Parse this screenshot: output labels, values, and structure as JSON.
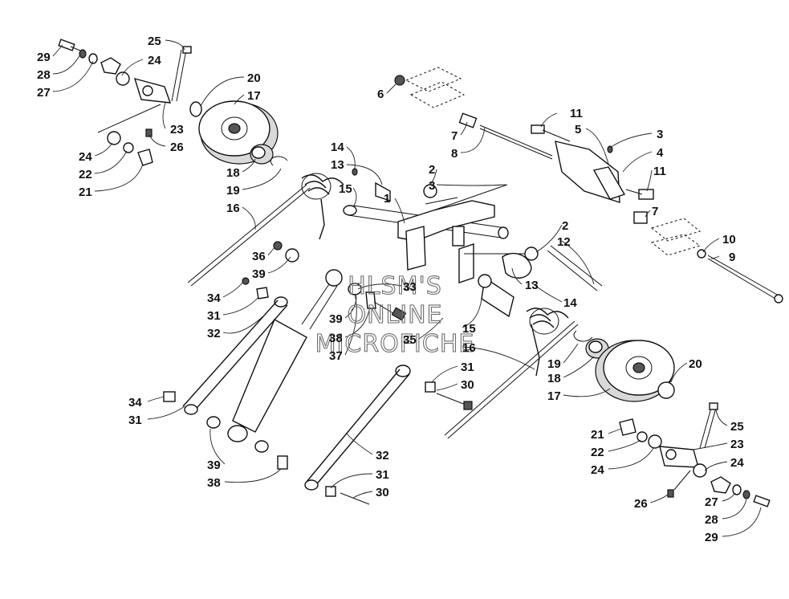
{
  "watermark": {
    "lines": [
      "HLSM'S",
      "ONLINE",
      "MICROFICHE"
    ]
  },
  "callouts": [
    {
      "id": "c29a",
      "label": "29"
    },
    {
      "id": "c28a",
      "label": "28"
    },
    {
      "id": "c27a",
      "label": "27"
    },
    {
      "id": "c25a",
      "label": "25"
    },
    {
      "id": "c24a",
      "label": "24"
    },
    {
      "id": "c20a",
      "label": "20"
    },
    {
      "id": "c17a",
      "label": "17"
    },
    {
      "id": "c23a",
      "label": "23"
    },
    {
      "id": "c26a",
      "label": "26"
    },
    {
      "id": "c24b",
      "label": "24"
    },
    {
      "id": "c22a",
      "label": "22"
    },
    {
      "id": "c21a",
      "label": "21"
    },
    {
      "id": "c18a",
      "label": "18"
    },
    {
      "id": "c19a",
      "label": "19"
    },
    {
      "id": "c16a",
      "label": "16"
    },
    {
      "id": "c14a",
      "label": "14"
    },
    {
      "id": "c13a",
      "label": "13"
    },
    {
      "id": "c15a",
      "label": "15"
    },
    {
      "id": "c1",
      "label": "1"
    },
    {
      "id": "c2a",
      "label": "2"
    },
    {
      "id": "c3a",
      "label": "3"
    },
    {
      "id": "c6",
      "label": "6"
    },
    {
      "id": "c7a",
      "label": "7"
    },
    {
      "id": "c8",
      "label": "8"
    },
    {
      "id": "c11a",
      "label": "11"
    },
    {
      "id": "c5",
      "label": "5"
    },
    {
      "id": "c3b",
      "label": "3"
    },
    {
      "id": "c4",
      "label": "4"
    },
    {
      "id": "c11b",
      "label": "11"
    },
    {
      "id": "c7b",
      "label": "7"
    },
    {
      "id": "c2b",
      "label": "2"
    },
    {
      "id": "c12",
      "label": "12"
    },
    {
      "id": "c10",
      "label": "10"
    },
    {
      "id": "c9",
      "label": "9"
    },
    {
      "id": "c13b",
      "label": "13"
    },
    {
      "id": "c14b",
      "label": "14"
    },
    {
      "id": "c36",
      "label": "36"
    },
    {
      "id": "c39a",
      "label": "39"
    },
    {
      "id": "c33",
      "label": "33"
    },
    {
      "id": "c34a",
      "label": "34"
    },
    {
      "id": "c31a",
      "label": "31"
    },
    {
      "id": "c32a",
      "label": "32"
    },
    {
      "id": "c39b",
      "label": "39"
    },
    {
      "id": "c38a",
      "label": "38"
    },
    {
      "id": "c37",
      "label": "37"
    },
    {
      "id": "c35",
      "label": "35"
    },
    {
      "id": "c15b",
      "label": "15"
    },
    {
      "id": "c16b",
      "label": "16"
    },
    {
      "id": "c19b",
      "label": "19"
    },
    {
      "id": "c18b",
      "label": "18"
    },
    {
      "id": "c17b",
      "label": "17"
    },
    {
      "id": "c20b",
      "label": "20"
    },
    {
      "id": "c31b",
      "label": "31"
    },
    {
      "id": "c30a",
      "label": "30"
    },
    {
      "id": "c34b",
      "label": "34"
    },
    {
      "id": "c31c",
      "label": "31"
    },
    {
      "id": "c39c",
      "label": "39"
    },
    {
      "id": "c38b",
      "label": "38"
    },
    {
      "id": "c32b",
      "label": "32"
    },
    {
      "id": "c31d",
      "label": "31"
    },
    {
      "id": "c30b",
      "label": "30"
    },
    {
      "id": "c25b",
      "label": "25"
    },
    {
      "id": "c21b",
      "label": "21"
    },
    {
      "id": "c23b",
      "label": "23"
    },
    {
      "id": "c22b",
      "label": "22"
    },
    {
      "id": "c24c",
      "label": "24"
    },
    {
      "id": "c24d",
      "label": "24"
    },
    {
      "id": "c26b",
      "label": "26"
    },
    {
      "id": "c27b",
      "label": "27"
    },
    {
      "id": "c28b",
      "label": "28"
    },
    {
      "id": "c29b",
      "label": "29"
    }
  ]
}
